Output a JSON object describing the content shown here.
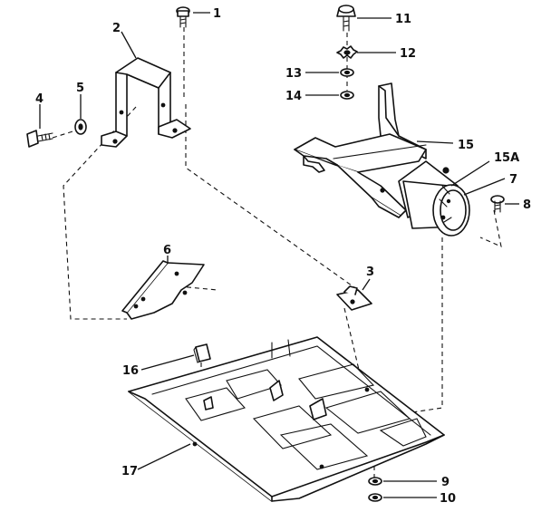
{
  "callouts": [
    {
      "id": "c1",
      "text": "1"
    },
    {
      "id": "c2",
      "text": "2"
    },
    {
      "id": "c3",
      "text": "3"
    },
    {
      "id": "c4",
      "text": "4"
    },
    {
      "id": "c5",
      "text": "5"
    },
    {
      "id": "c6",
      "text": "6"
    },
    {
      "id": "c7",
      "text": "7"
    },
    {
      "id": "c8",
      "text": "8"
    },
    {
      "id": "c9",
      "text": "9"
    },
    {
      "id": "c10",
      "text": "10"
    },
    {
      "id": "c11",
      "text": "11"
    },
    {
      "id": "c12",
      "text": "12"
    },
    {
      "id": "c13",
      "text": "13"
    },
    {
      "id": "c14",
      "text": "14"
    },
    {
      "id": "c15",
      "text": "15"
    },
    {
      "id": "c15a",
      "text": "15A"
    },
    {
      "id": "c16",
      "text": "16"
    },
    {
      "id": "c17",
      "text": "17"
    }
  ]
}
